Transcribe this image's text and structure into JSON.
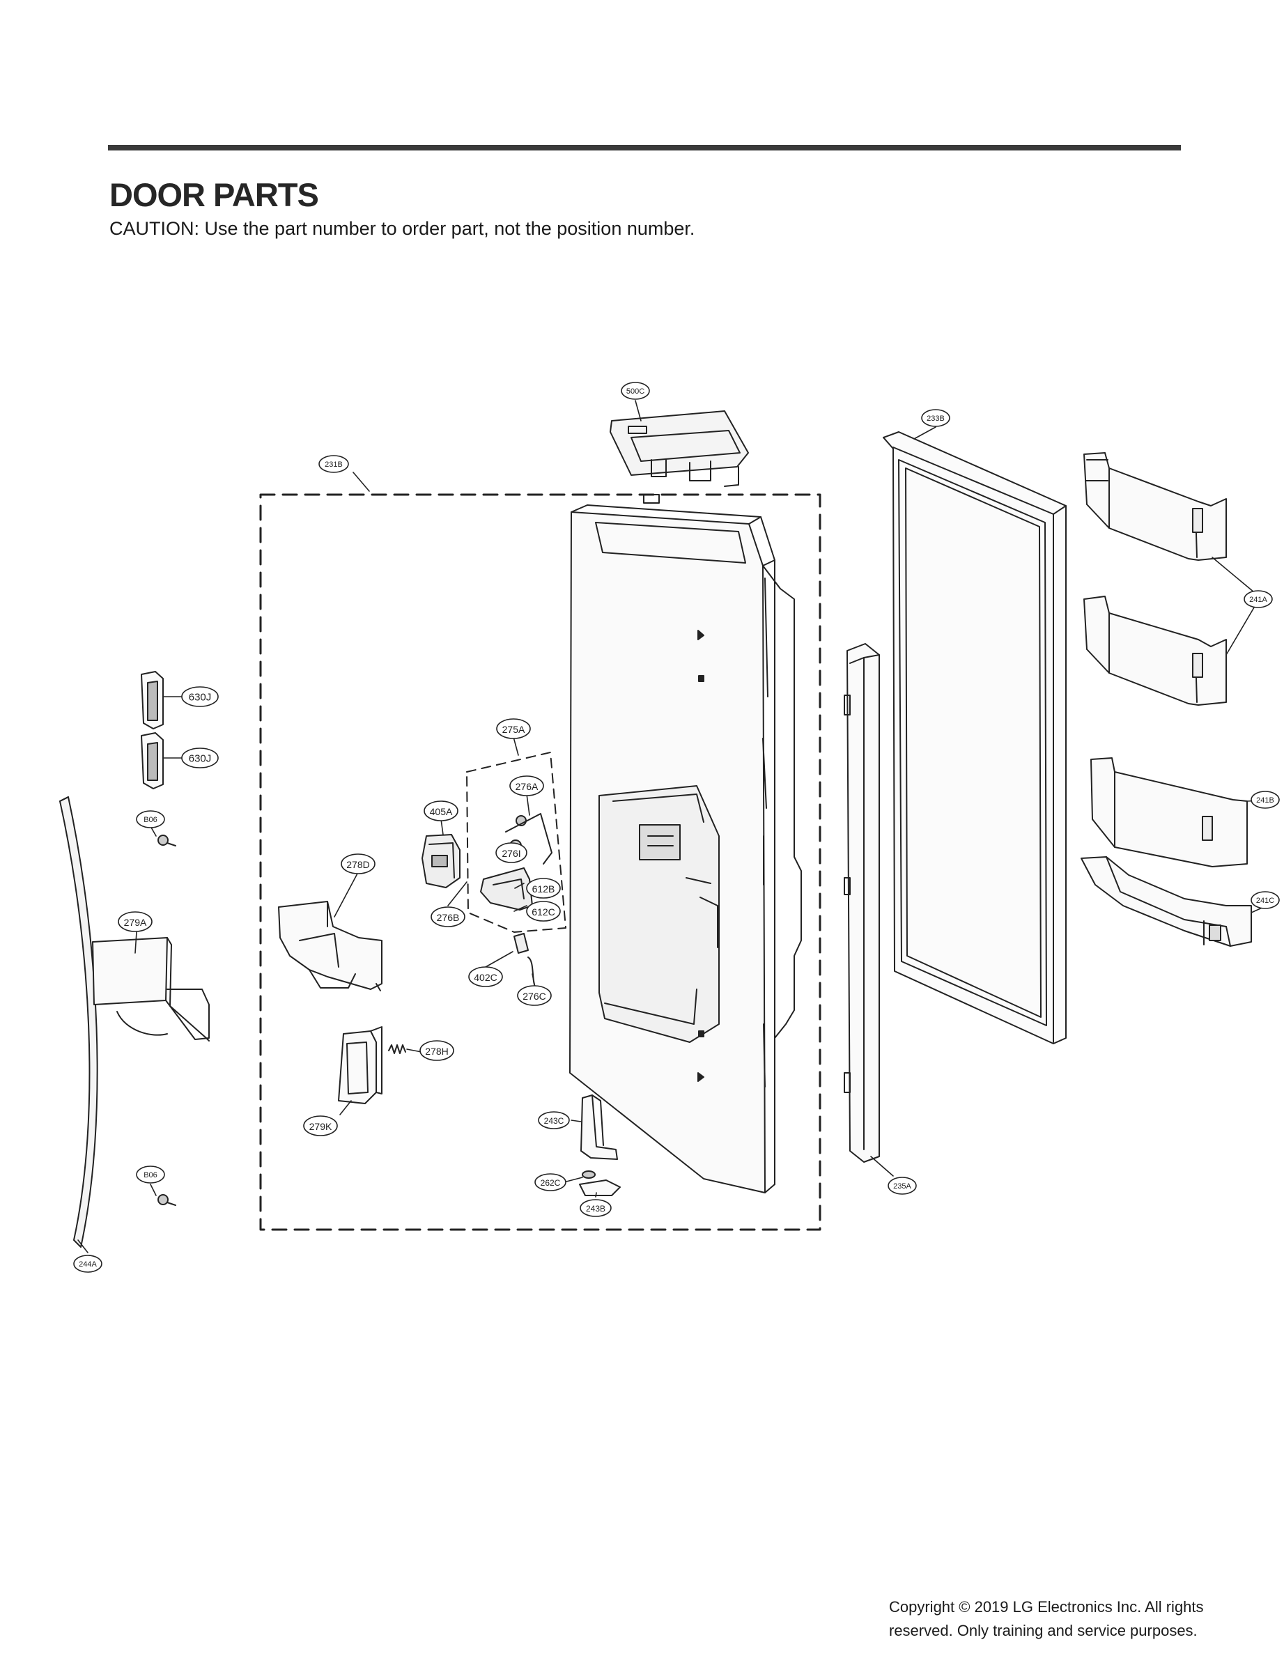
{
  "header": {
    "title": "DOOR PARTS",
    "caution": "CAUTION: Use the part number to order part, not the position number."
  },
  "callouts": {
    "c500C": "500C",
    "c233B": "233B",
    "c231B": "231B",
    "c241A": "241A",
    "c630J_1": "630J",
    "c630J_2": "630J",
    "c275A": "275A",
    "c276A": "276A",
    "c405A": "405A",
    "cB06_1": "B06",
    "c276I": "276I",
    "c278D": "278D",
    "c612B": "612B",
    "c612C": "612C",
    "c276B": "276B",
    "c279A": "279A",
    "c241B": "241B",
    "c241C": "241C",
    "c402C": "402C",
    "c276C": "276C",
    "c278H": "278H",
    "c279K": "279K",
    "c243C": "243C",
    "c262C": "262C",
    "c243B": "243B",
    "cB06_2": "B06",
    "c235A": "235A",
    "c244A": "244A"
  },
  "footer": {
    "copyright_line1": "Copyright © 2019  LG Electronics Inc. All rights",
    "copyright_line2": "reserved. Only training and service purposes."
  }
}
